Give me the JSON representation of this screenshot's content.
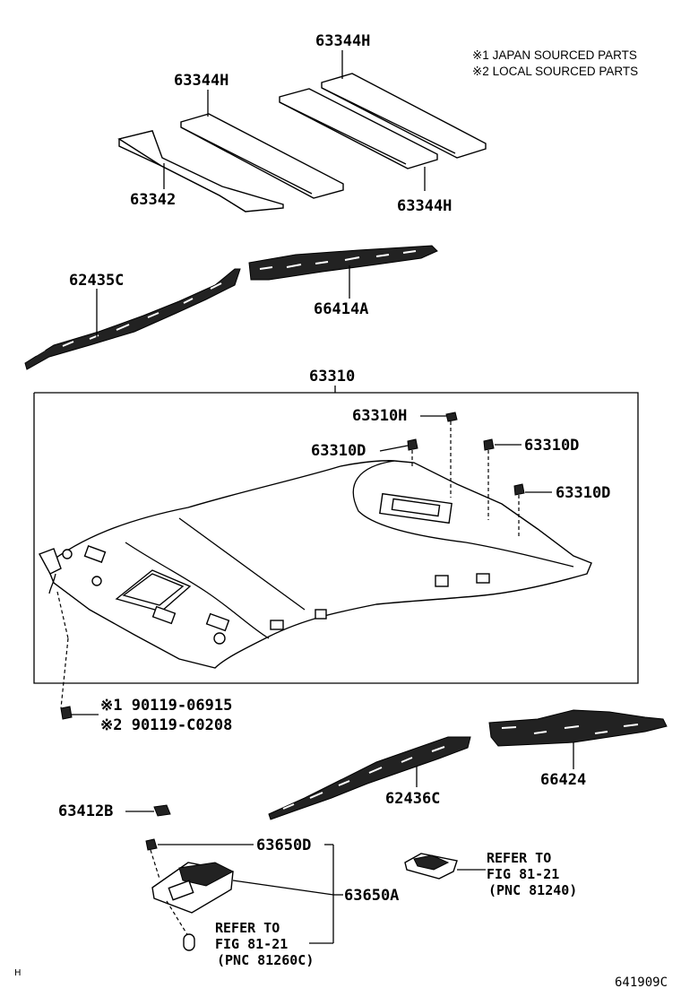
{
  "notes": {
    "japan": "※1 JAPAN SOURCED PARTS",
    "local": "※2 LOCAL SOURCED PARTS"
  },
  "labels": {
    "p63344H_top": "63344H",
    "p63344H_left": "63344H",
    "p63342": "63342",
    "p63344H_right": "63344H",
    "p62435C": "62435C",
    "p66414A": "66414A",
    "p63310": "63310",
    "p63310H": "63310H",
    "p63310D_left": "63310D",
    "p63310D_mid": "63310D",
    "p63310D_right": "63310D",
    "bolt1": "※1 90119-06915",
    "bolt2": "※2 90119-C0208",
    "p66424": "66424",
    "p62436C": "62436C",
    "p63412B": "63412B",
    "p63650D": "63650D",
    "p63650A": "63650A"
  },
  "refs": {
    "lamp_right": [
      "REFER TO",
      "FIG 81-21",
      "(PNC 81240)"
    ],
    "lamp_left": [
      "REFER TO",
      "FIG 81-21",
      "(PNC 81260C)"
    ]
  },
  "footer": {
    "left_mark": "H",
    "code": "641909C"
  }
}
